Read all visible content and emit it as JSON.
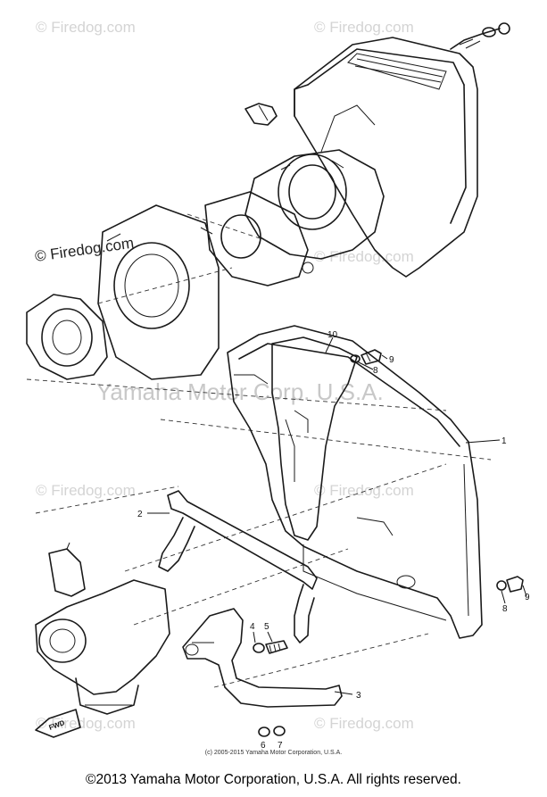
{
  "watermarks": {
    "site": "© Firedog.com",
    "owner": "Yamaha Motor Corp. U.S.A."
  },
  "callouts": {
    "p1": "1",
    "p2": "2",
    "p3": "3",
    "p4": "4",
    "p5": "5",
    "p6": "6",
    "p7": "7",
    "p8a": "8",
    "p8b": "8",
    "p9a": "9",
    "p9b": "9",
    "p10": "10"
  },
  "fwd_label": "FWD",
  "credit_small": "(c) 2005-2015 Yamaha Motor Corporation, U.S.A.",
  "footer": "©2013 Yamaha Motor Corporation, U.S.A. All rights reserved."
}
